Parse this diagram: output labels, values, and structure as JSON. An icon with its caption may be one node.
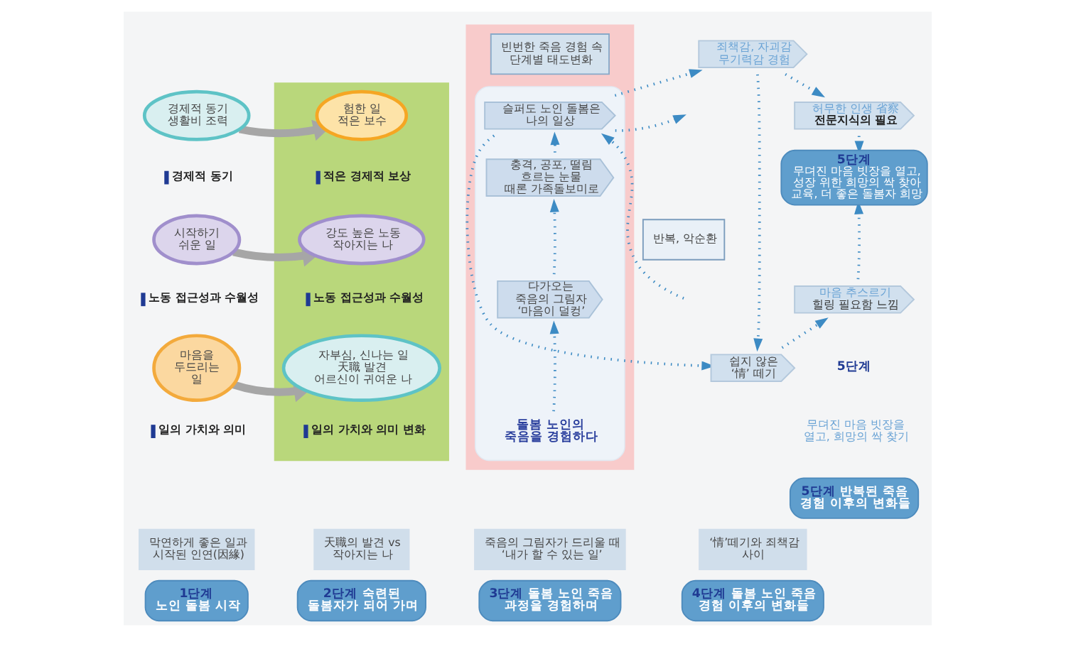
{
  "diagram": {
    "nodes": [
      {
        "text": [
          "경제적 동기 생활비 조력"
        ],
        "beside": [
          "경제적 동기"
        ]
      },
      {
        "text": [
          "시작하기 쉬운 일"
        ],
        "beside": [
          "노동 접근성과 수월성"
        ]
      },
      {
        "text": [
          "마음을 두드리는 일"
        ],
        "beside": [
          "일의 가치와 의미"
        ]
      },
      {
        "text": [],
        "shape": "band"
      },
      {
        "text": [
          "험한 일 적은 보수"
        ],
        "in": 3,
        "beside": [
          "적은 경제적 보상"
        ]
      },
      {
        "text": [
          "강도 높은 노동 작아지는 나"
        ],
        "in": 3,
        "beside": [
          "노동 접근성과 수월성"
        ]
      },
      {
        "text": [
          "자부심, 신나는 일 天職 발견 어르신이 귀여운 나"
        ],
        "in": 3,
        "beside": [
          "일의 가치와 의미 변화"
        ]
      },
      {
        "text": [],
        "shape": "band"
      },
      {
        "text": [
          "빈번한 죽음 경험 속 단계별 태도변화"
        ],
        "in": 7
      },
      {
        "text": [],
        "shape": "box",
        "in": 7
      },
      {
        "text": [
          "슬퍼도 노인 돌봄은 나의 일상"
        ],
        "in": 9
      },
      {
        "text": [
          "충격, 공포, 떨림 흐르는 눈물 때론 가족돌보미로"
        ],
        "in": 9
      },
      {
        "text": [
          "다가오는 죽음의 그림자 ‘마음이 덜컹’"
        ],
        "in": 9
      },
      {
        "text": [
          "돌봄 노인의 죽음을 경험하다"
        ],
        "in": 9
      },
      {
        "text": [
          "죄책감, 자괴감 무기력감 경험"
        ]
      },
      {
        "text": [
          "반복, 악순환"
        ]
      },
      {
        "text": [
          "허무한 인생 省察",
          "전문지식의 필요"
        ]
      },
      {
        "text": [
          "5단계",
          "무뎌진 마음 빗장을 열고, 성장 위한 희망의 싹 찾아 교육, 더 좋은 돌봄자 희망"
        ]
      },
      {
        "text": [
          "마음 추스르기",
          "힐링 필요함 느낌"
        ]
      },
      {
        "text": [
          "쉽지 않은 ‘情’ 떼기"
        ]
      },
      {
        "text": [
          "5단계",
          "반복된 죽음 경험 이후의 변화들"
        ]
      },
      {
        "text": [
          "막연하게 좋은 일과 시작된 인연(因緣)"
        ]
      },
      {
        "text": [
          "天職의 발견 vs 작아지는 나"
        ]
      },
      {
        "text": [
          "죽음의 그림자가 드리울 때 ‘내가 할 수 있는 일’"
        ]
      },
      {
        "text": [
          "‘情’떼기와 죄책감 사이"
        ]
      },
      {
        "text": [
          "1단계",
          "노인 돌봄 시작"
        ]
      },
      {
        "text": [
          "2단계",
          "숙련된 돌봄자가 되어 가며"
        ]
      },
      {
        "text": [
          "3단계",
          "돌봄 노인 죽음 과정을 경험하며"
        ]
      },
      {
        "text": [
          "4단계",
          "돌봄 노인 죽음 경험 이후의 변화들"
        ]
      }
    ],
    "edges": [
      {
        "from": 0,
        "to": 4,
        "arrow": "to",
        "style": "thick",
        "color": "#a6a6a6"
      },
      {
        "from": 1,
        "to": 5,
        "arrow": "to",
        "style": "thick",
        "color": "#a6a6a6"
      },
      {
        "from": 2,
        "to": 6,
        "arrow": "to",
        "style": "thick",
        "color": "#a6a6a6"
      },
      {
        "from": 13,
        "to": 12,
        "arrow": "to",
        "style": "dashed"
      },
      {
        "from": 12,
        "to": 11,
        "arrow": "to",
        "style": "dashed"
      },
      {
        "from": 11,
        "to": 10,
        "arrow": "to",
        "style": "dashed"
      },
      {
        "from": 10,
        "to": 14,
        "arrow": "to",
        "style": "dashed"
      },
      {
        "from": 14,
        "to": 16,
        "arrow": "to",
        "style": "dashed"
      },
      {
        "from": 16,
        "to": 17,
        "arrow": "to",
        "style": "dashed"
      },
      {
        "from": 10,
        "to": 19,
        "arrow": "to",
        "style": "dashed"
      },
      {
        "from": 14,
        "to": 19,
        "arrow": "to",
        "style": "dashed"
      },
      {
        "from": null,
        "to": 10,
        "arrow": "to",
        "style": "dashed"
      },
      {
        "from": 10,
        "to": null,
        "arrow": "to",
        "style": "dashed"
      },
      {
        "from": 19,
        "to": 18,
        "arrow": "to",
        "style": "dashed"
      },
      {
        "from": 18,
        "to": 17,
        "arrow": "to",
        "style": "dashed"
      }
    ],
    "labels": [
      "5단계",
      "무뎌진 마음 빗장을 열고, 희망의 싹 찾기"
    ]
  }
}
